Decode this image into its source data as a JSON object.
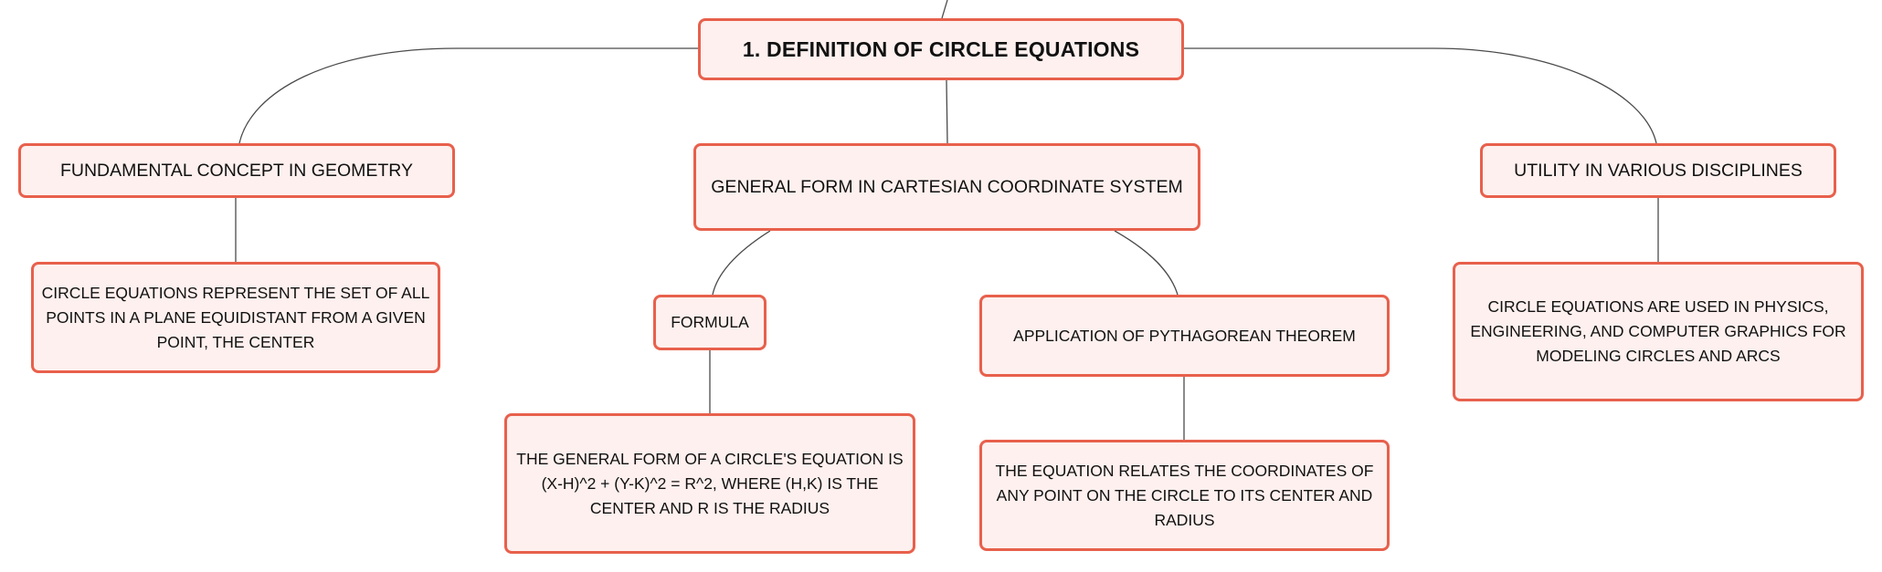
{
  "diagram": {
    "root": {
      "label": "1. DEFINITION OF CIRCLE EQUATIONS"
    },
    "branches": [
      {
        "label": "FUNDAMENTAL CONCEPT IN GEOMETRY",
        "detail": "CIRCLE EQUATIONS REPRESENT THE SET OF ALL POINTS IN A PLANE EQUIDISTANT FROM A GIVEN POINT, THE CENTER"
      },
      {
        "label": "GENERAL FORM IN CARTESIAN COORDINATE SYSTEM",
        "children": [
          {
            "label": "FORMULA",
            "detail": "THE GENERAL FORM OF A CIRCLE'S EQUATION IS (X-H)^2 + (Y-K)^2 = R^2, WHERE (H,K) IS THE CENTER AND R IS THE RADIUS"
          },
          {
            "label": "APPLICATION OF PYTHAGOREAN THEOREM",
            "detail": "THE EQUATION RELATES THE COORDINATES OF ANY POINT ON THE CIRCLE TO ITS CENTER AND RADIUS"
          }
        ]
      },
      {
        "label": "UTILITY IN VARIOUS DISCIPLINES",
        "detail": "CIRCLE EQUATIONS ARE USED IN PHYSICS, ENGINEERING, AND COMPUTER GRAPHICS FOR MODELING CIRCLES AND ARCS"
      }
    ]
  },
  "colors": {
    "node_border": "#e8604c",
    "node_fill": "#fdf0ee",
    "connector": "#4a4a4a",
    "text": "#111111"
  }
}
